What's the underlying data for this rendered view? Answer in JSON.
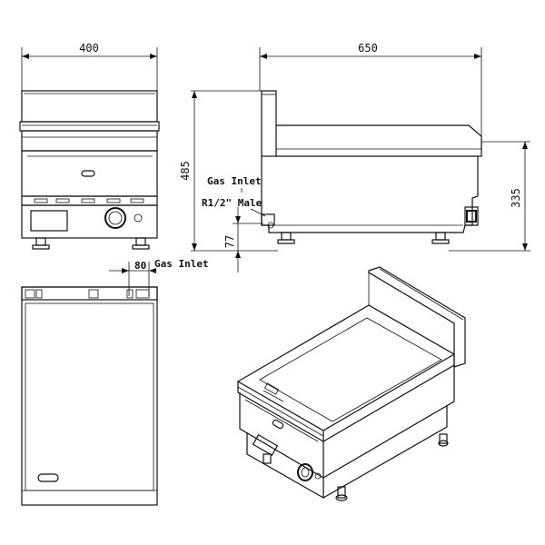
{
  "dimensions": {
    "front_width": "400",
    "side_depth": "650",
    "total_height": "485",
    "body_height": "335",
    "inlet_height": "77",
    "inlet_offset": "80"
  },
  "labels": {
    "gas_inlet_side_line1": "Gas Inlet",
    "gas_inlet_side_line2": "R1/2\" Male",
    "gas_inlet_top": "Gas Inlet"
  },
  "colors": {
    "line": "#111111",
    "background": "#ffffff"
  }
}
